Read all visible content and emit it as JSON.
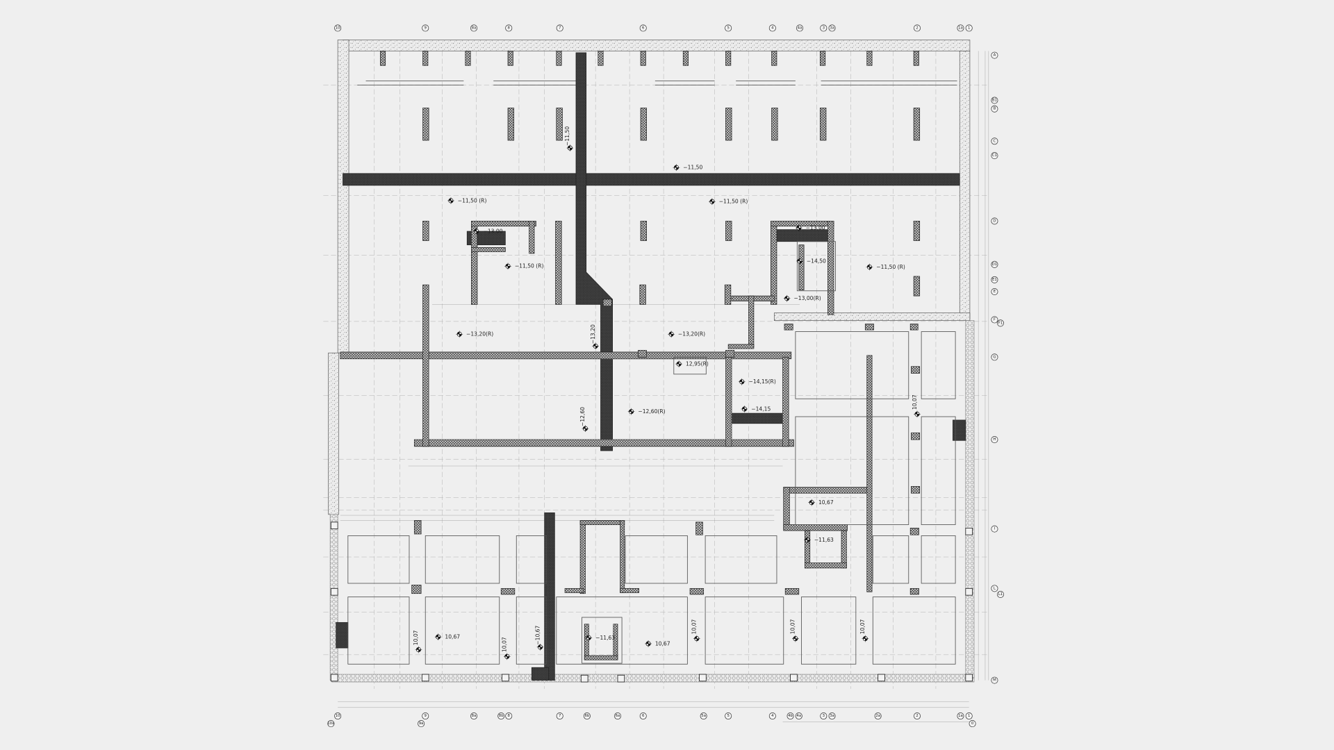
{
  "drawing": {
    "type": "foundation floor plan",
    "colors": {
      "background": "#efefef",
      "line": "#222222",
      "beam_fill": "#3a3a3a",
      "guide_line": "#9a9a9a"
    },
    "grid_top": [
      "10",
      "9",
      "8a",
      "8",
      "7",
      "6",
      "5",
      "4",
      "4a",
      "3",
      "3a",
      "2",
      "1a",
      "1"
    ],
    "grid_bottom": [
      "10",
      "9",
      "8a",
      "8b",
      "8",
      "7",
      "6b",
      "6a",
      "6",
      "5a",
      "5",
      "4",
      "4b",
      "4a",
      "3",
      "3a",
      "2a",
      "2",
      "1a",
      "1"
    ],
    "grid_bottom_extra": [
      "10a",
      "9a",
      "0"
    ],
    "grid_right": [
      "A",
      "B1",
      "B",
      "C",
      "C1",
      "D",
      "D1",
      "E1",
      "E",
      "F",
      "F1",
      "G",
      "H",
      "I",
      "L",
      "L1",
      "M"
    ],
    "elevations": [
      "−11,50",
      "−11,50",
      "−11,50 (R)",
      "−11,50 (R)",
      "−11,50 (R)",
      "−11,50 (R)",
      "−13,00",
      "−13,00",
      "−14,50",
      "−13,00(R)",
      "−13,20(R)",
      "−13,20(R)",
      "−13,20",
      "12,95(R)",
      "−14,15(R)",
      "−14,15",
      "−12,60(R)",
      "−12,60",
      "10,67",
      "−11,63",
      "10,07",
      "10,67",
      "10,07",
      "10,07",
      "−10,67",
      "−11,63",
      "10,67",
      "10,07",
      "10,07",
      "10,07"
    ]
  }
}
